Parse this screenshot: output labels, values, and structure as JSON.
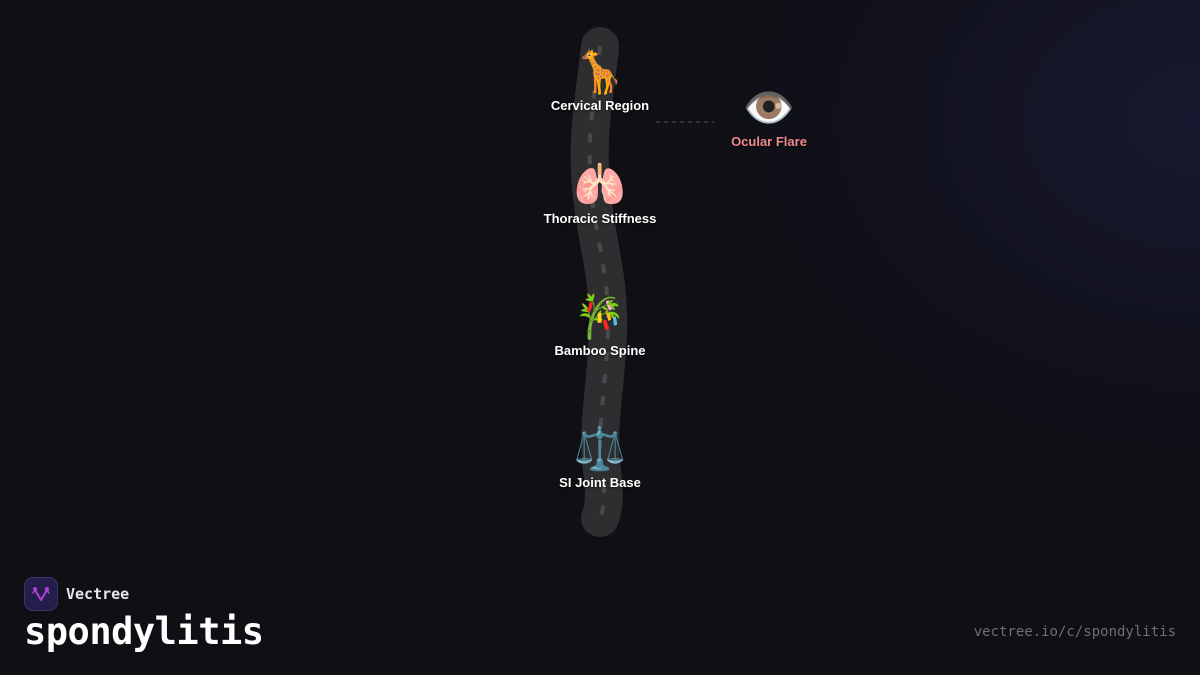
{
  "diagram": {
    "type": "roadmap",
    "topic": "spondylitis",
    "colors": {
      "background": "#0f0f14",
      "road": "#2e2e31",
      "road_dash": "#4a4a4e",
      "main_label": "#ffffff",
      "branch_label": "#f08a8a",
      "connector": "#555555",
      "url": "#6e6e76"
    },
    "nodes": [
      {
        "id": "cervical",
        "emoji": "🦒",
        "icon": "giraffe-icon",
        "label": "Cervical Region"
      },
      {
        "id": "thoracic",
        "emoji": "🫁",
        "icon": "lungs-icon",
        "label": "Thoracic Stiffness"
      },
      {
        "id": "bamboo",
        "emoji": "🎋",
        "icon": "bamboo-icon",
        "label": "Bamboo Spine"
      },
      {
        "id": "si-joint",
        "emoji": "⚖️",
        "icon": "scales-icon",
        "label": "SI Joint Base"
      }
    ],
    "branches": [
      {
        "id": "ocular",
        "from": "cervical",
        "emoji": "👁️",
        "icon": "eye-icon",
        "label": "Ocular Flare"
      }
    ]
  },
  "brand": {
    "name": "Vectree",
    "title": "spondylitis",
    "url": "vectree.io/c/spondylitis"
  }
}
